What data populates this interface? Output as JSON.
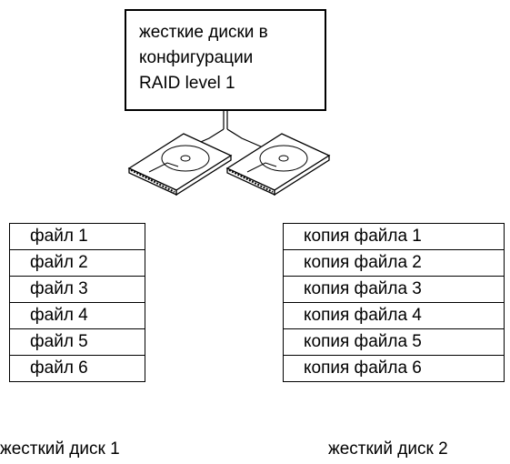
{
  "raid_box": {
    "lines": [
      "жесткие диски в",
      "конфигурации",
      "RAID level 1"
    ]
  },
  "disk1": {
    "files": [
      "файл 1",
      "файл 2",
      "файл 3",
      "файл 4",
      "файл 5",
      "файл 6"
    ],
    "caption": "жесткий диск 1"
  },
  "disk2": {
    "files": [
      "копия файла 1",
      "копия файла 2",
      "копия файла 3",
      "копия файла 4",
      "копия файла 5",
      "копия файла 6"
    ],
    "caption": "жесткий диск 2"
  }
}
